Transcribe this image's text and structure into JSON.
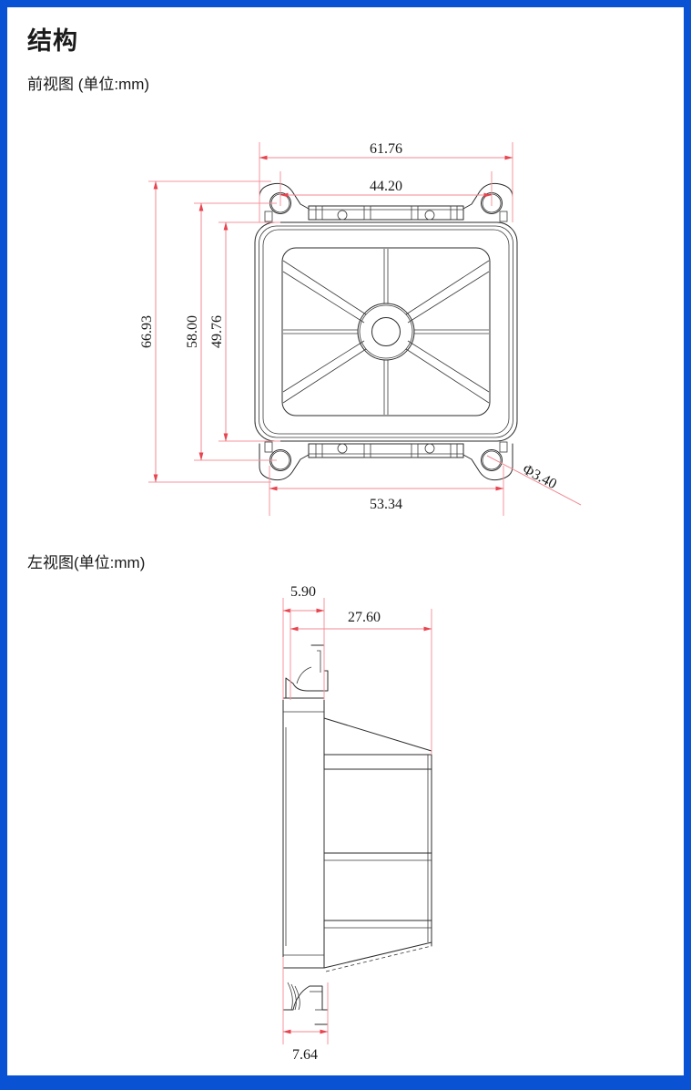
{
  "page": {
    "border_color": "#0a52d4",
    "background": "#ffffff"
  },
  "title": "结构",
  "sections": [
    {
      "caption": "前视图 (单位:mm)",
      "view": "front"
    },
    {
      "caption": "左视图(单位:mm)",
      "view": "left"
    }
  ],
  "front_caption": "前视图 (单位:mm)",
  "side_caption": "左视图(单位:mm)",
  "front_view": {
    "dimensions": {
      "overall_width": "61.76",
      "hole_pitch_top": "44.20",
      "overall_height": "66.93",
      "flange_height": "58.00",
      "body_height": "49.76",
      "bottom_width": "53.34",
      "hole_diameter": "Φ3.40"
    }
  },
  "side_view": {
    "dimensions": {
      "flange_thickness": "5.90",
      "overall_depth": "27.60",
      "foot_width": "7.64"
    }
  },
  "colors": {
    "dimension_line": "#f08a92",
    "dimension_arrow": "#e8444f",
    "part_outline": "#2b2b2b",
    "text": "#1a1a1a",
    "frame_blue": "#0a52d4"
  }
}
